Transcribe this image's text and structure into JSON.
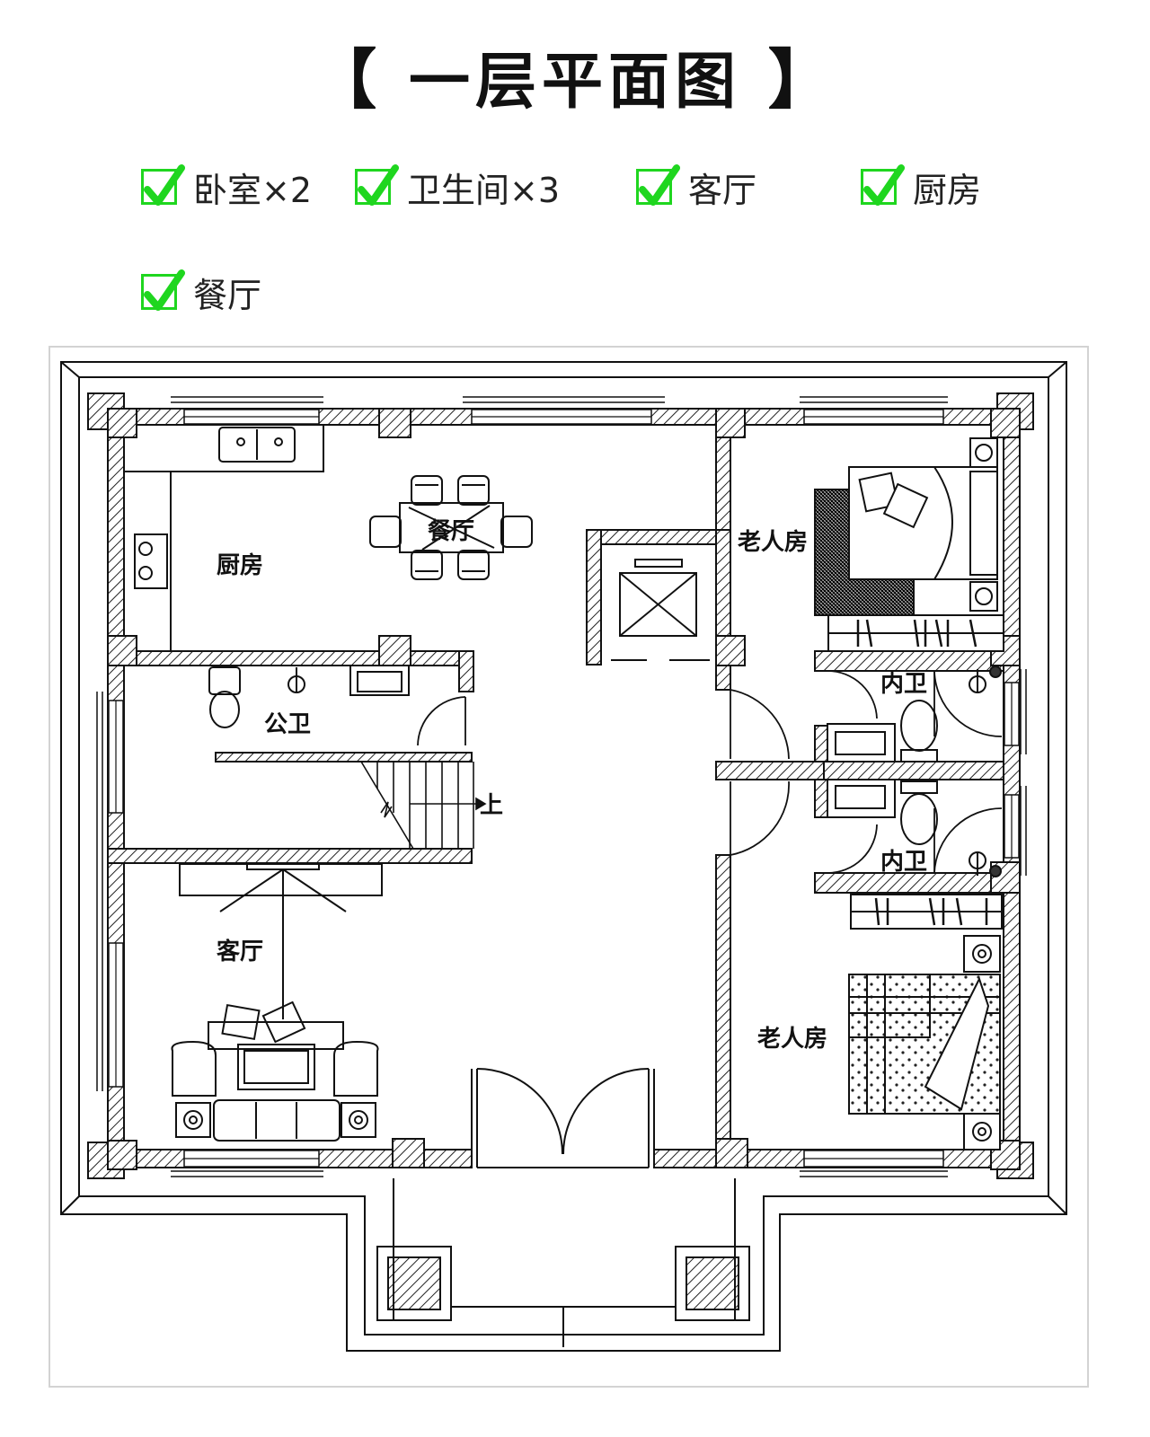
{
  "title": {
    "left_bracket": "【",
    "text": "一层平面图",
    "right_bracket": "】"
  },
  "features": [
    {
      "label": "卧室×2",
      "checked": true
    },
    {
      "label": "卫生间×3",
      "checked": true
    },
    {
      "label": "客厅",
      "checked": true
    },
    {
      "label": "厨房",
      "checked": true
    },
    {
      "label": "餐厅",
      "checked": true
    }
  ],
  "check_color": "#1fd61f",
  "plan": {
    "rooms": {
      "kitchen": "厨房",
      "dining": "餐厅",
      "elder_room_top": "老人房",
      "public_wc": "公卫",
      "ensuite_top": "内卫",
      "ensuite_bottom": "内卫",
      "stairs_up": "上",
      "living": "客厅",
      "elder_room_bottom": "老人房"
    }
  }
}
